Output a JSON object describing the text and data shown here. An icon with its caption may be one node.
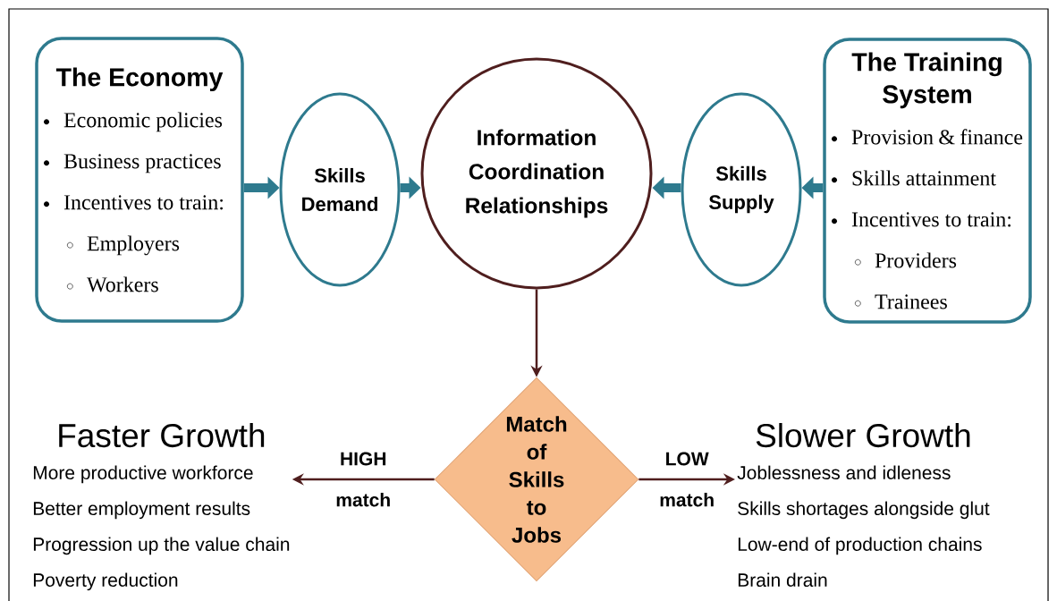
{
  "diagram": {
    "nodes": [
      {
        "text": [
          "The Economy",
          "Economic policies",
          "Business practices",
          "Incentives to train:",
          "Employers",
          "Workers"
        ]
      },
      {
        "text": [
          "Skills Demand"
        ]
      },
      {
        "text": [
          "Information Coordination Relationships"
        ]
      },
      {
        "text": [
          "Skills Supply"
        ]
      },
      {
        "text": [
          "The Training System",
          "Provision & finance",
          "Skills attainment",
          "Incentives to train:",
          "Providers",
          "Trainees"
        ]
      },
      {
        "text": [
          "Match of Skills to Jobs"
        ]
      },
      {
        "text": [
          "Faster Growth",
          "More productive workforce",
          "Better employment results",
          "Progression up the value chain",
          "Poverty reduction"
        ]
      },
      {
        "text": [
          "Slower Growth",
          "Joblessness and idleness",
          "Skills  shortages alongside glut",
          "Low-end of production chains",
          "Brain drain"
        ]
      }
    ],
    "edges": [
      {
        "from": 0,
        "to": 1,
        "arrow": "to"
      },
      {
        "from": 1,
        "to": 2,
        "arrow": "to"
      },
      {
        "from": 4,
        "to": 3,
        "arrow": "to"
      },
      {
        "from": 3,
        "to": 2,
        "arrow": "to"
      },
      {
        "from": 2,
        "to": 5,
        "arrow": "to",
        "color": "#4f1e1e"
      },
      {
        "from": 5,
        "to": 6,
        "arrow": "to",
        "label": "HIGH match",
        "color": "#4f1e1e"
      },
      {
        "from": 5,
        "to": 7,
        "arrow": "to",
        "label": "LOW match",
        "color": "#4f1e1e"
      }
    ]
  }
}
